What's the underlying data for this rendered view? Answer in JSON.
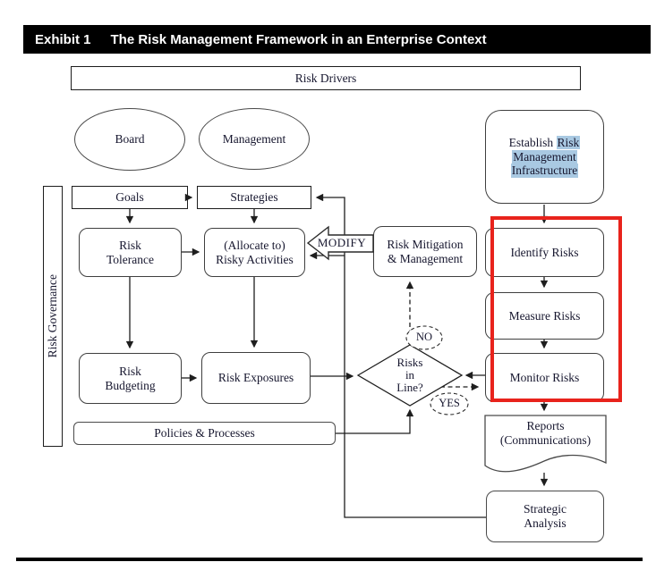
{
  "title": {
    "exhibit": "Exhibit 1",
    "text": "The Risk Management Framework in an Enterprise Context"
  },
  "nodes": {
    "risk_drivers": "Risk Drivers",
    "board": "Board",
    "management": "Management",
    "risk_governance": "Risk Governance",
    "goals": "Goals",
    "strategies": "Strategies",
    "risk_tolerance": [
      "Risk",
      "Tolerance"
    ],
    "risky_activities": [
      "(Allocate to)",
      "Risky Activities"
    ],
    "risk_mitigation": [
      "Risk Mitigation",
      "& Management"
    ],
    "risk_budgeting": [
      "Risk",
      "Budgeting"
    ],
    "risk_exposures": "Risk Exposures",
    "policies": "Policies & Processes",
    "establish": {
      "pre": "Establish ",
      "hl_line1": "Risk",
      "hl_line2": "Management",
      "hl_line3": "Infrastructure"
    },
    "identify": "Identify Risks",
    "measure": "Measure Risks",
    "monitor": "Monitor Risks",
    "reports": [
      "Reports",
      "(Communications)"
    ],
    "strategic": [
      "Strategic",
      "Analysis"
    ],
    "decision": [
      "Risks",
      "in",
      "Line?"
    ]
  },
  "connectors": {
    "modify": "MODIFY",
    "no": "NO",
    "yes": "YES"
  },
  "colors": {
    "highlight": "#a9c9e2",
    "annotation_red": "#e8231c",
    "title_bar": "#000000"
  }
}
